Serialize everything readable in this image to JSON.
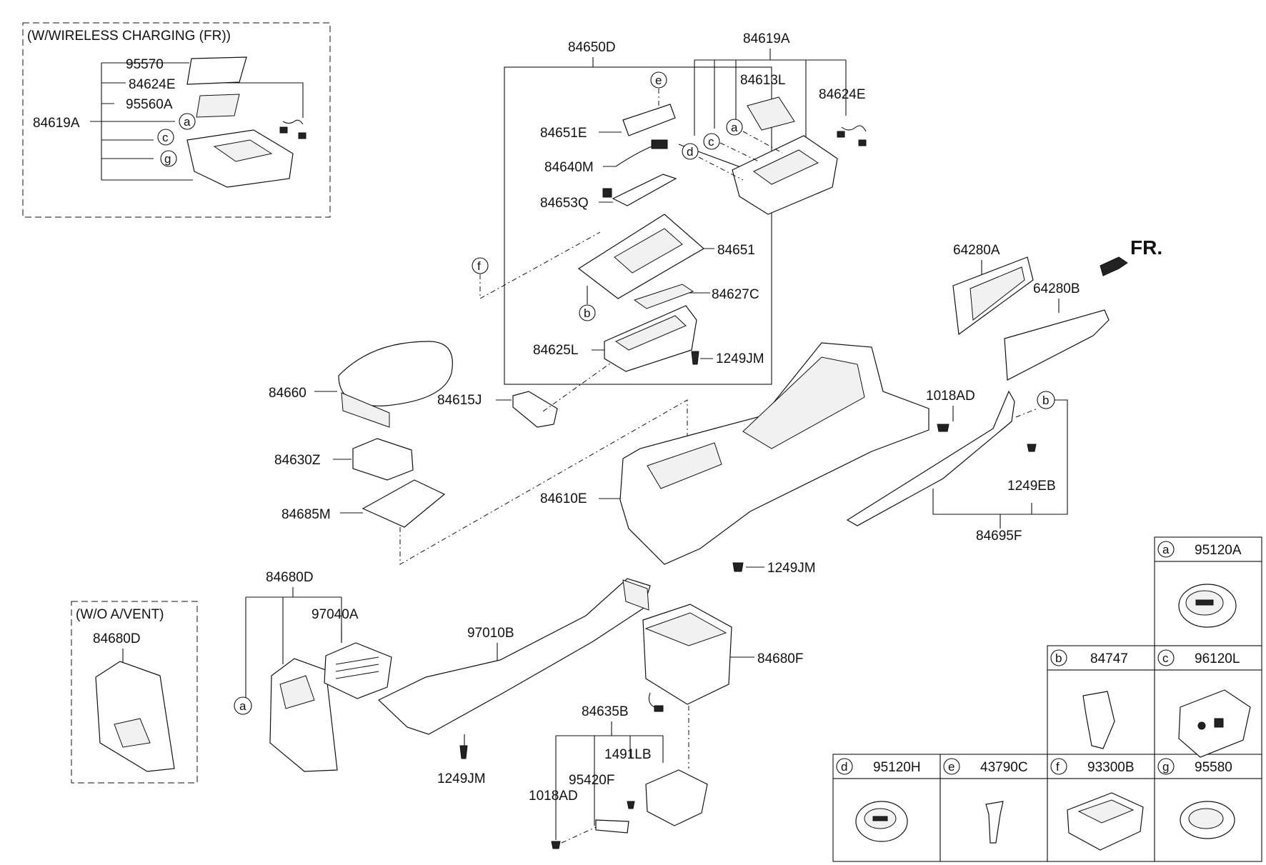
{
  "groups": {
    "wireless": "(W/WIRELESS CHARGING (FR))",
    "wo_vent": "(W/O A/VENT)"
  },
  "direction": "FR.",
  "labels": {
    "p95570": "95570",
    "p84624E_w": "84624E",
    "p95560A": "95560A",
    "p84619A_w": "84619A",
    "p84650D": "84650D",
    "p84651E": "84651E",
    "p84640M": "84640M",
    "p84653Q": "84653Q",
    "p84651": "84651",
    "p84627C": "84627C",
    "p84625L": "84625L",
    "p1249JM_a": "1249JM",
    "p84619A": "84619A",
    "p84613L": "84613L",
    "p84624E": "84624E",
    "p64280A": "64280A",
    "p64280B": "64280B",
    "p84660": "84660",
    "p84615J": "84615J",
    "p84630Z": "84630Z",
    "p84685M": "84685M",
    "p84610E": "84610E",
    "p1018AD_a": "1018AD",
    "p1249EB": "1249EB",
    "p84695F": "84695F",
    "p1249JM_b": "1249JM",
    "p84680D": "84680D",
    "p97040A": "97040A",
    "p97010B": "97010B",
    "p84680F": "84680F",
    "p84635B": "84635B",
    "p1491LB": "1491LB",
    "p95420F": "95420F",
    "p1018AD_b": "1018AD",
    "p1249JM_c": "1249JM",
    "p84680D_w": "84680D"
  },
  "callouts": {
    "a": "a",
    "b": "b",
    "c": "c",
    "d": "d",
    "e": "e",
    "f": "f",
    "g": "g"
  },
  "legend": [
    {
      "letter": "a",
      "part": "95120A"
    },
    {
      "letter": "b",
      "part": "84747"
    },
    {
      "letter": "c",
      "part": "96120L"
    },
    {
      "letter": "d",
      "part": "95120H"
    },
    {
      "letter": "e",
      "part": "43790C"
    },
    {
      "letter": "f",
      "part": "93300B"
    },
    {
      "letter": "g",
      "part": "95580"
    }
  ]
}
